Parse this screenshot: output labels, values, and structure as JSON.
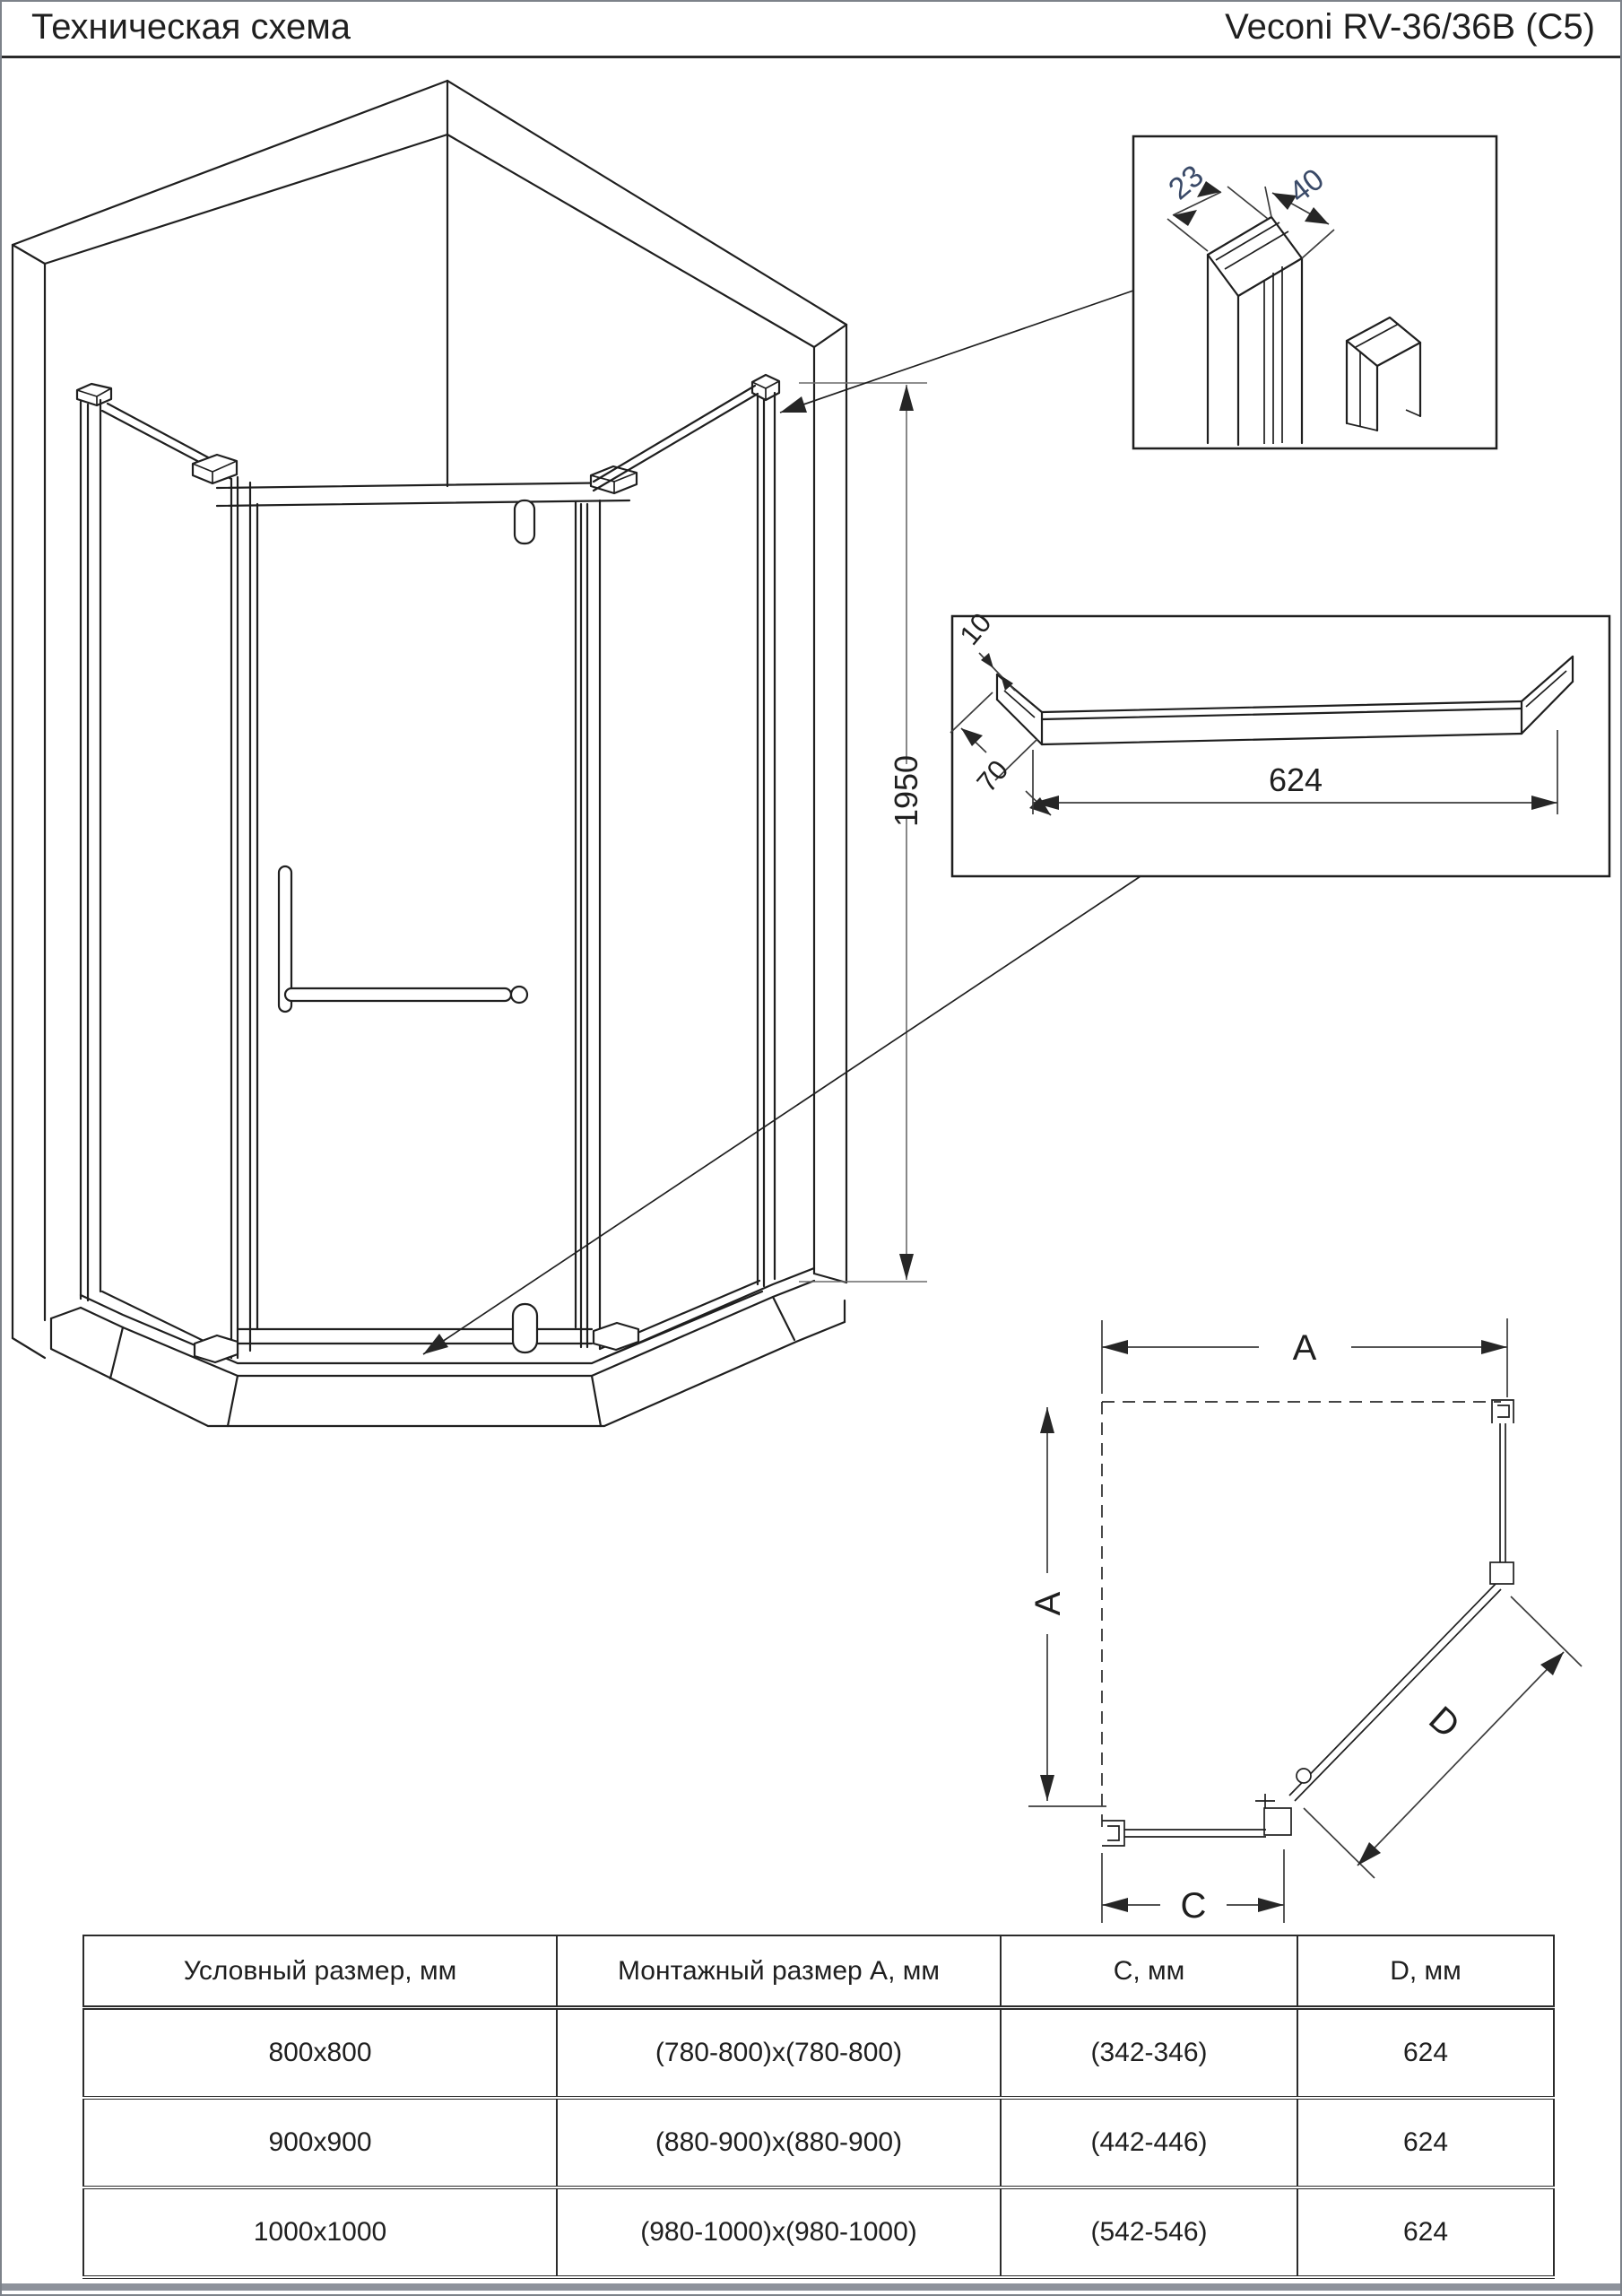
{
  "header": {
    "title": "Техническая схема",
    "model": "Veconi RV-36/36B (C5)"
  },
  "drawing": {
    "height_dim": "1950"
  },
  "detail_profile": {
    "dim_inner": "23",
    "dim_outer": "40"
  },
  "detail_sill": {
    "dim_thickness": "10",
    "dim_depth": "70",
    "dim_length": "624"
  },
  "plan": {
    "dim_width": "A",
    "dim_height": "A",
    "dim_side": "C",
    "dim_door": "D"
  },
  "table": {
    "headers": [
      "Условный размер, мм",
      "Монтажный размер А, мм",
      "С, мм",
      "D, мм"
    ],
    "rows": [
      [
        "800x800",
        "(780-800)x(780-800)",
        "(342-346)",
        "624"
      ],
      [
        "900x900",
        "(880-900)x(880-900)",
        "(442-446)",
        "624"
      ],
      [
        "1000x1000",
        "(980-1000)x(980-1000)",
        "(542-546)",
        "624"
      ]
    ]
  },
  "colors": {
    "line": "#1f1f1f",
    "dim_accent_text": "#3a4a68",
    "page_border": "#7d828a",
    "bottom_bar": "#8d929b"
  }
}
